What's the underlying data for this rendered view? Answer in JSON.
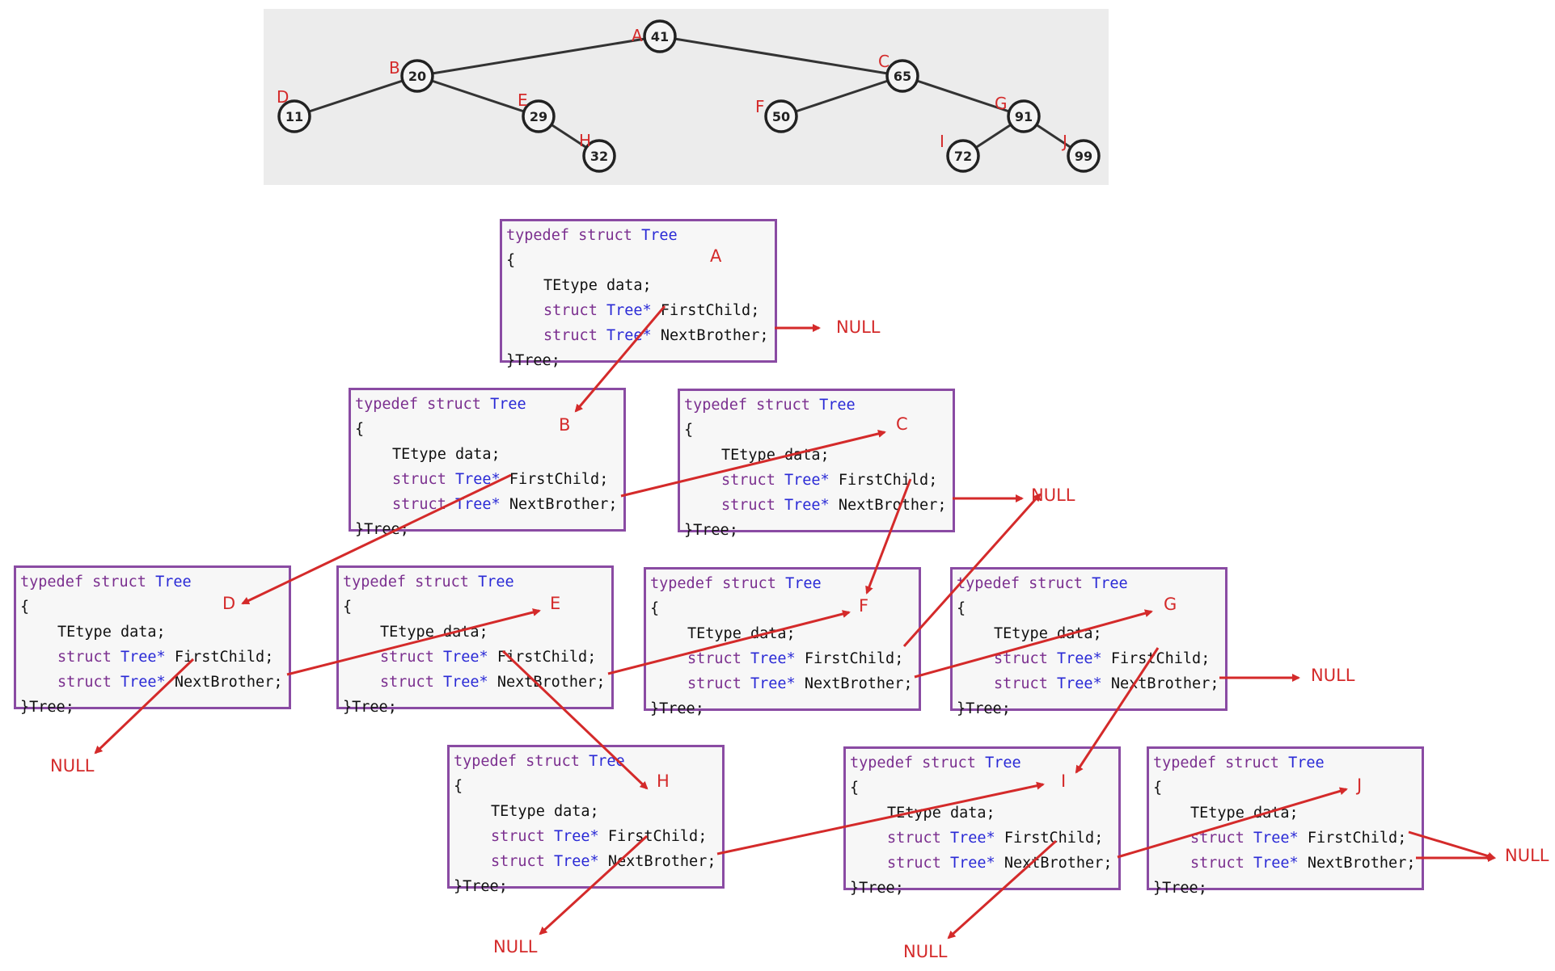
{
  "tree": {
    "nodes": [
      {
        "id": "A",
        "value": "41",
        "label": "A"
      },
      {
        "id": "B",
        "value": "20",
        "label": "B"
      },
      {
        "id": "C",
        "value": "65",
        "label": "C"
      },
      {
        "id": "D",
        "value": "11",
        "label": "D"
      },
      {
        "id": "E",
        "value": "29",
        "label": "E"
      },
      {
        "id": "F",
        "value": "50",
        "label": "F"
      },
      {
        "id": "G",
        "value": "91",
        "label": "G"
      },
      {
        "id": "H",
        "value": "32",
        "label": "H"
      },
      {
        "id": "I",
        "value": "72",
        "label": "I"
      },
      {
        "id": "J",
        "value": "99",
        "label": "J"
      }
    ],
    "edges": [
      [
        "A",
        "B"
      ],
      [
        "A",
        "C"
      ],
      [
        "B",
        "D"
      ],
      [
        "B",
        "E"
      ],
      [
        "E",
        "H"
      ],
      [
        "C",
        "F"
      ],
      [
        "C",
        "G"
      ],
      [
        "G",
        "I"
      ],
      [
        "G",
        "J"
      ]
    ]
  },
  "struct_code": {
    "line1_kw": "typedef struct",
    "line1_type": "Tree",
    "line2": "{",
    "line3": "TEtype data;",
    "line4_kw": "struct",
    "line4_type": "Tree*",
    "line4_field": "FirstChild;",
    "line5_kw": "struct",
    "line5_type": "Tree*",
    "line5_field": "NextBrother;",
    "line6": "}Tree;"
  },
  "boxes": [
    {
      "id": "A",
      "label": "A"
    },
    {
      "id": "B",
      "label": "B"
    },
    {
      "id": "C",
      "label": "C"
    },
    {
      "id": "D",
      "label": "D"
    },
    {
      "id": "E",
      "label": "E"
    },
    {
      "id": "F",
      "label": "F"
    },
    {
      "id": "G",
      "label": "G"
    },
    {
      "id": "H",
      "label": "H"
    },
    {
      "id": "I",
      "label": "I"
    },
    {
      "id": "J",
      "label": "J"
    }
  ],
  "null_text": "NULL",
  "colors": {
    "arrow": "#d42a2a",
    "box_border": "#8a4ba3",
    "node_stroke": "#222222",
    "label": "#d42a2a"
  }
}
